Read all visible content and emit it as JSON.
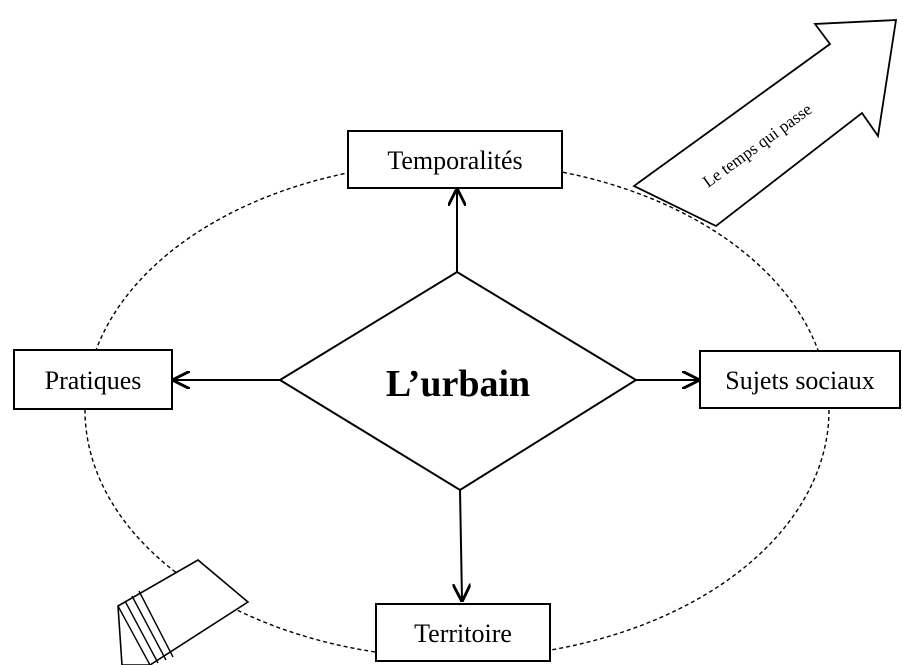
{
  "diagram": {
    "center": {
      "label": "L’urbain"
    },
    "nodes": {
      "top": {
        "label": "Temporalités"
      },
      "left": {
        "label": "Pratiques"
      },
      "right": {
        "label": "Sujets sociaux"
      },
      "bottom": {
        "label": "Territoire"
      }
    },
    "time_arrow": {
      "label": "Le temps qui passe"
    },
    "colors": {
      "stroke": "#000000",
      "fill": "#ffffff"
    }
  }
}
